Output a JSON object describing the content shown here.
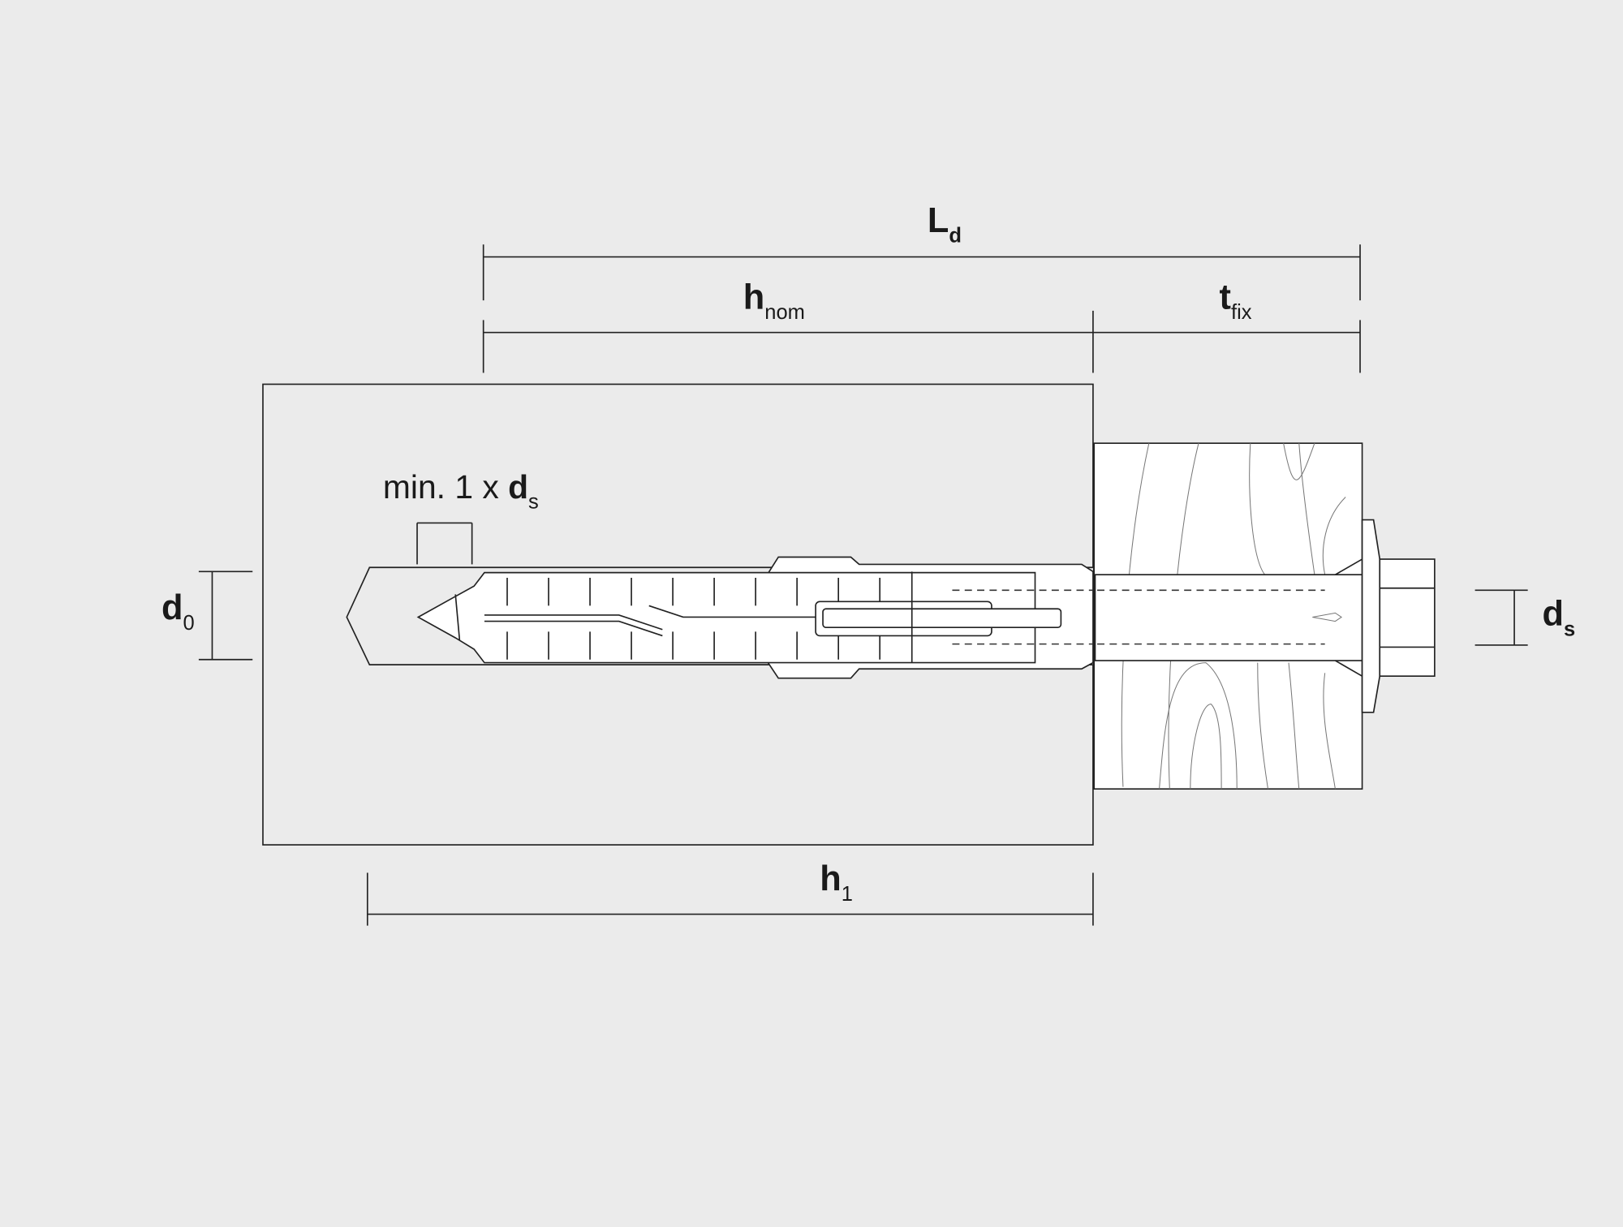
{
  "title": "Frame fixing installation diagram",
  "colors": {
    "background": "#ebebeb",
    "line": "#222222",
    "timber": "#ffffff"
  },
  "dimensions": {
    "Ld": {
      "main": "L",
      "sub": "d"
    },
    "hnom": {
      "main": "h",
      "sub": "nom"
    },
    "tfix": {
      "main": "t",
      "sub": "fix"
    },
    "h1": {
      "main": "h",
      "sub": "1"
    },
    "d0": {
      "main": "d",
      "sub": "0"
    },
    "ds": {
      "main": "d",
      "sub": "s"
    },
    "min_edge": {
      "prefix": "min. 1 x ",
      "main": "d",
      "sub": "s"
    }
  }
}
